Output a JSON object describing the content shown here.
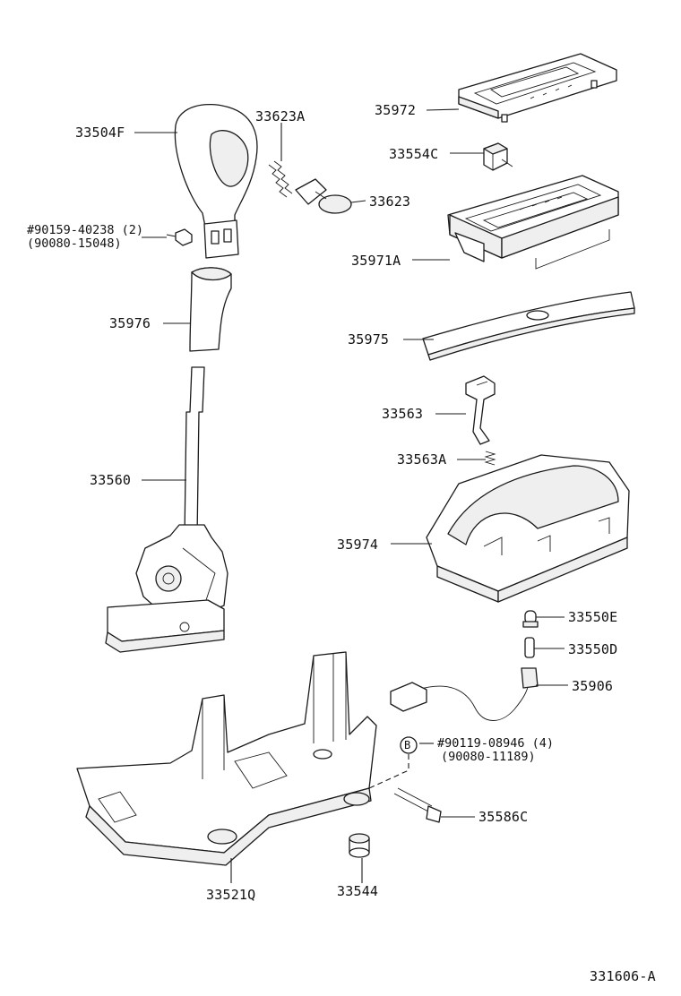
{
  "diagram_id": "331606-A",
  "callouts": [
    {
      "key": "35972",
      "text": "35972"
    },
    {
      "key": "33623A",
      "text": "33623A"
    },
    {
      "key": "33504F",
      "text": "33504F"
    },
    {
      "key": "33554C",
      "text": "33554C"
    },
    {
      "key": "33623",
      "text": "33623"
    },
    {
      "key": "bolt_90159",
      "text": "#90159-40238 (2)"
    },
    {
      "key": "bolt_90159_alt",
      "text": "(90080-15048)"
    },
    {
      "key": "35971A",
      "text": "35971A"
    },
    {
      "key": "35976",
      "text": "35976"
    },
    {
      "key": "35975",
      "text": "35975"
    },
    {
      "key": "33563",
      "text": "33563"
    },
    {
      "key": "33563A",
      "text": "33563A"
    },
    {
      "key": "33560",
      "text": "33560"
    },
    {
      "key": "35974",
      "text": "35974"
    },
    {
      "key": "33550E",
      "text": "33550E"
    },
    {
      "key": "33550D",
      "text": "33550D"
    },
    {
      "key": "35906",
      "text": "35906"
    },
    {
      "key": "bolt_90119",
      "text": "#90119-08946 (4)"
    },
    {
      "key": "bolt_90119_alt",
      "text": "(90080-11189)"
    },
    {
      "key": "35586C",
      "text": "35586C"
    },
    {
      "key": "33521Q",
      "text": "33521Q"
    },
    {
      "key": "33544",
      "text": "33544"
    }
  ],
  "bolt_symbol": "B",
  "icons": [
    "exploded-parts-diagram"
  ]
}
